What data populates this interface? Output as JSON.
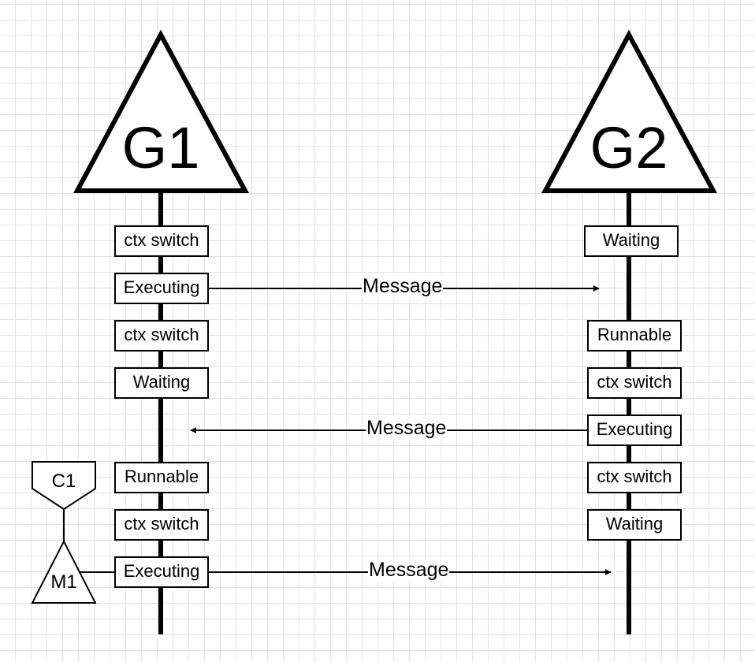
{
  "lifelines": [
    {
      "id": "g1",
      "label": "G1"
    },
    {
      "id": "g2",
      "label": "G2"
    }
  ],
  "g1_states": [
    "ctx switch",
    "Executing",
    "ctx switch",
    "Waiting",
    "Runnable",
    "ctx switch",
    "Executing"
  ],
  "g2_states": [
    "Waiting",
    "Runnable",
    "ctx switch",
    "Executing",
    "ctx switch",
    "Waiting"
  ],
  "messages": [
    {
      "label": "Message",
      "from": "G1",
      "to": "G2"
    },
    {
      "label": "Message",
      "from": "G2",
      "to": "G1"
    },
    {
      "label": "Message",
      "from": "G1",
      "to": "G2"
    }
  ],
  "side_nodes": {
    "c": "C1",
    "m": "M1"
  }
}
